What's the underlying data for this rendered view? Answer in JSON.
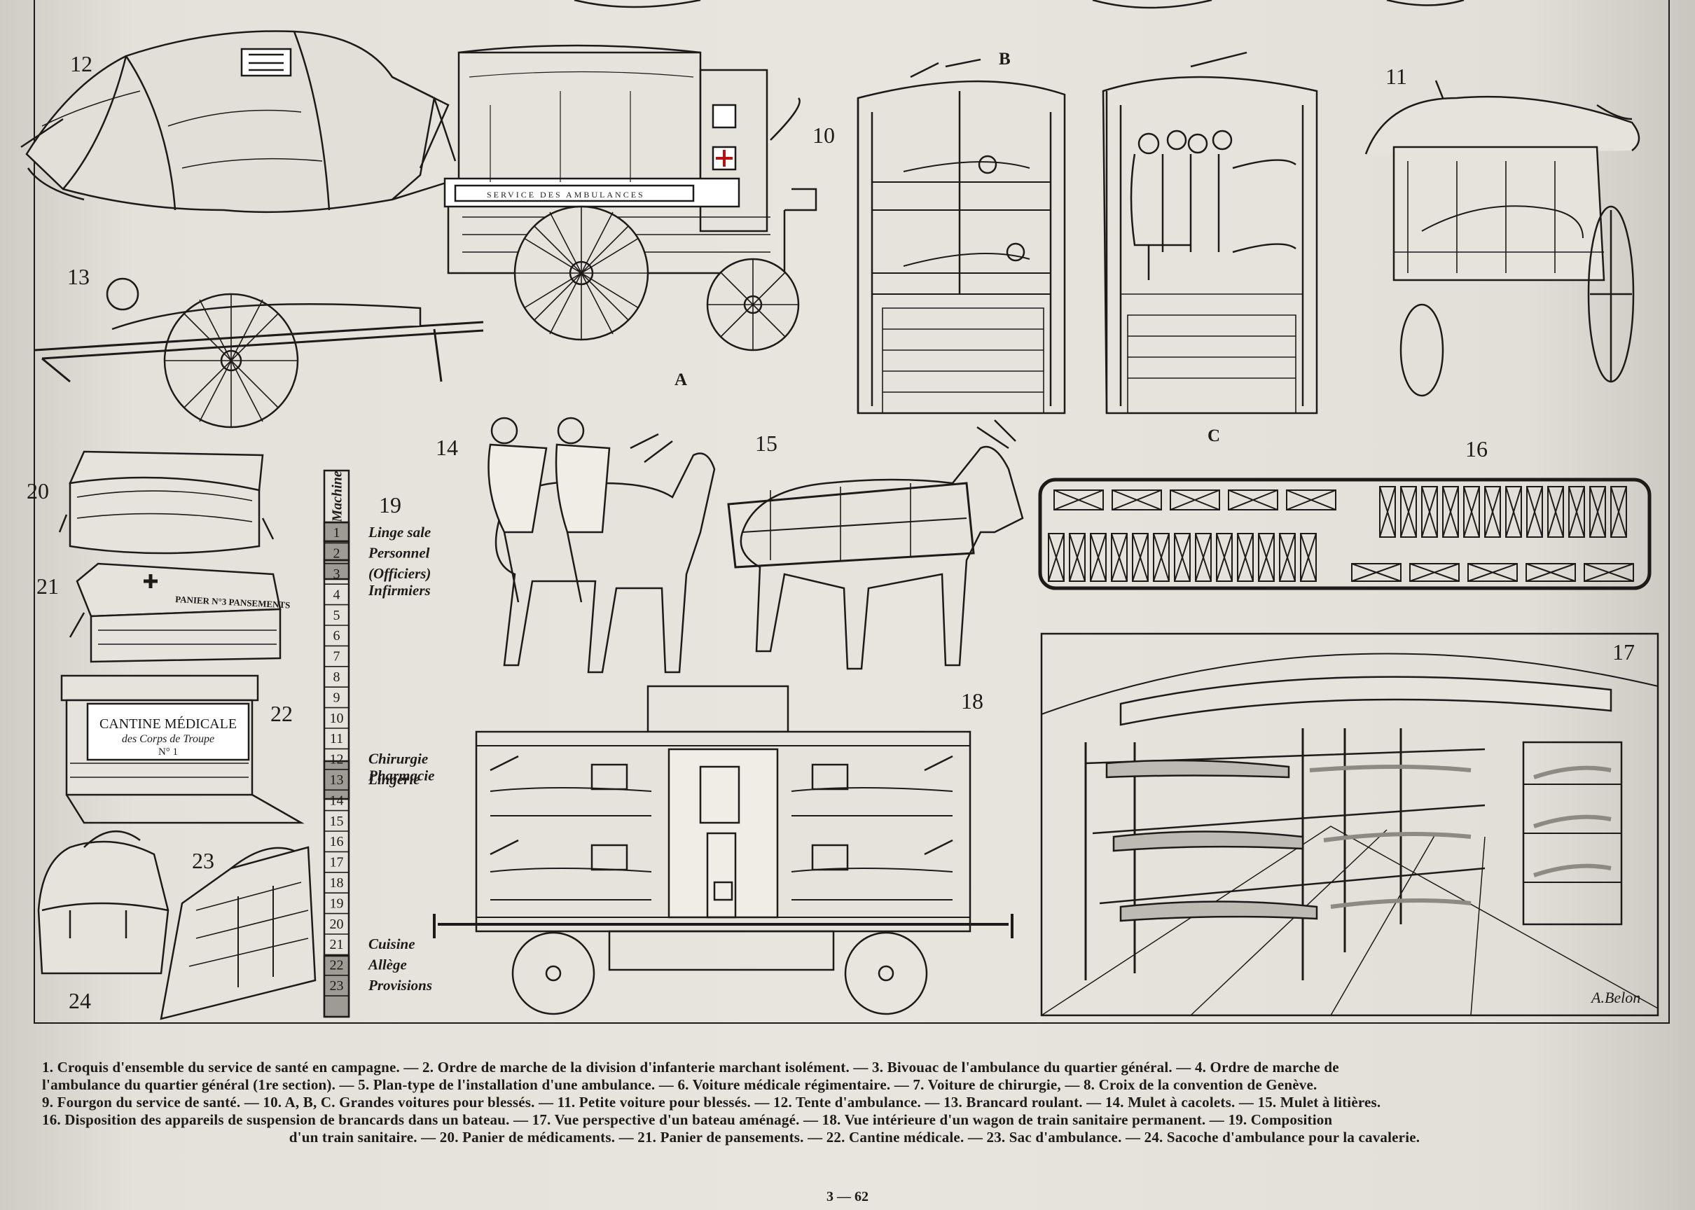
{
  "figures": {
    "numbers": [
      "12",
      "13",
      "14",
      "15",
      "16",
      "17",
      "18",
      "19",
      "20",
      "21",
      "22",
      "23",
      "24",
      "10",
      "11"
    ],
    "letters": [
      "A",
      "B",
      "C"
    ],
    "ambulance_sign": "SERVICE DES AMBULANCES",
    "panier_text": "PANIER N°3 PANSEMENTS",
    "cantine_line1": "CANTINE MÉDICALE",
    "cantine_line2": "des Corps de Troupe",
    "cantine_line3": "N° 1",
    "signature": "A.Belon"
  },
  "train": {
    "header": "Machine",
    "cars": [
      "1",
      "2",
      "3",
      "4",
      "5",
      "6",
      "7",
      "8",
      "9",
      "10",
      "11",
      "12",
      "13",
      "14",
      "15",
      "16",
      "17",
      "18",
      "19",
      "20",
      "21",
      "22",
      "23"
    ],
    "labels": [
      {
        "car": 1,
        "text": "Linge sale"
      },
      {
        "car": 2,
        "text": "Personnel"
      },
      {
        "car": 3,
        "text": "(Officiers)"
      },
      {
        "car": 3,
        "text": "Infirmiers"
      },
      {
        "car": 12,
        "text": "Chirurgie"
      },
      {
        "car": 12,
        "text": "Pharmacie"
      },
      {
        "car": 13,
        "text": "Lingerie"
      },
      {
        "car": 21,
        "text": "Cuisine"
      },
      {
        "car": 22,
        "text": "Allège"
      },
      {
        "car": 23,
        "text": "Provisions"
      }
    ]
  },
  "caption": {
    "lines": [
      "1. Croquis d'ensemble du service de santé en campagne. — 2. Ordre de marche de la division d'infanterie marchant isolément. — 3. Bivouac de l'ambulance du quartier général. — 4. Ordre de marche de",
      "l'ambulance du quartier général (1re section). — 5. Plan-type de l'installation d'une ambulance. — 6. Voiture médicale régimentaire. — 7. Voiture de chirurgie, — 8. Croix de la convention de Genève.",
      "9. Fourgon du service de santé. — 10. A, B, C. Grandes voitures pour blessés. — 11. Petite voiture pour blessés. — 12. Tente d'ambulance. — 13. Brancard roulant. — 14. Mulet à cacolets. — 15. Mulet à litières.",
      "16. Disposition des appareils de suspension de brancards dans un bateau. — 17. Vue perspective d'un bateau aménagé. — 18. Vue intérieure d'un wagon de train sanitaire permanent. — 19. Composition",
      "d'un train sanitaire. — 20. Panier de médicaments. — 21. Panier de pansements. — 22. Cantine médicale. — 23. Sac d'ambulance. — 24. Sacoche d'ambulance pour la cavalerie."
    ]
  },
  "page_number": "3 — 62"
}
